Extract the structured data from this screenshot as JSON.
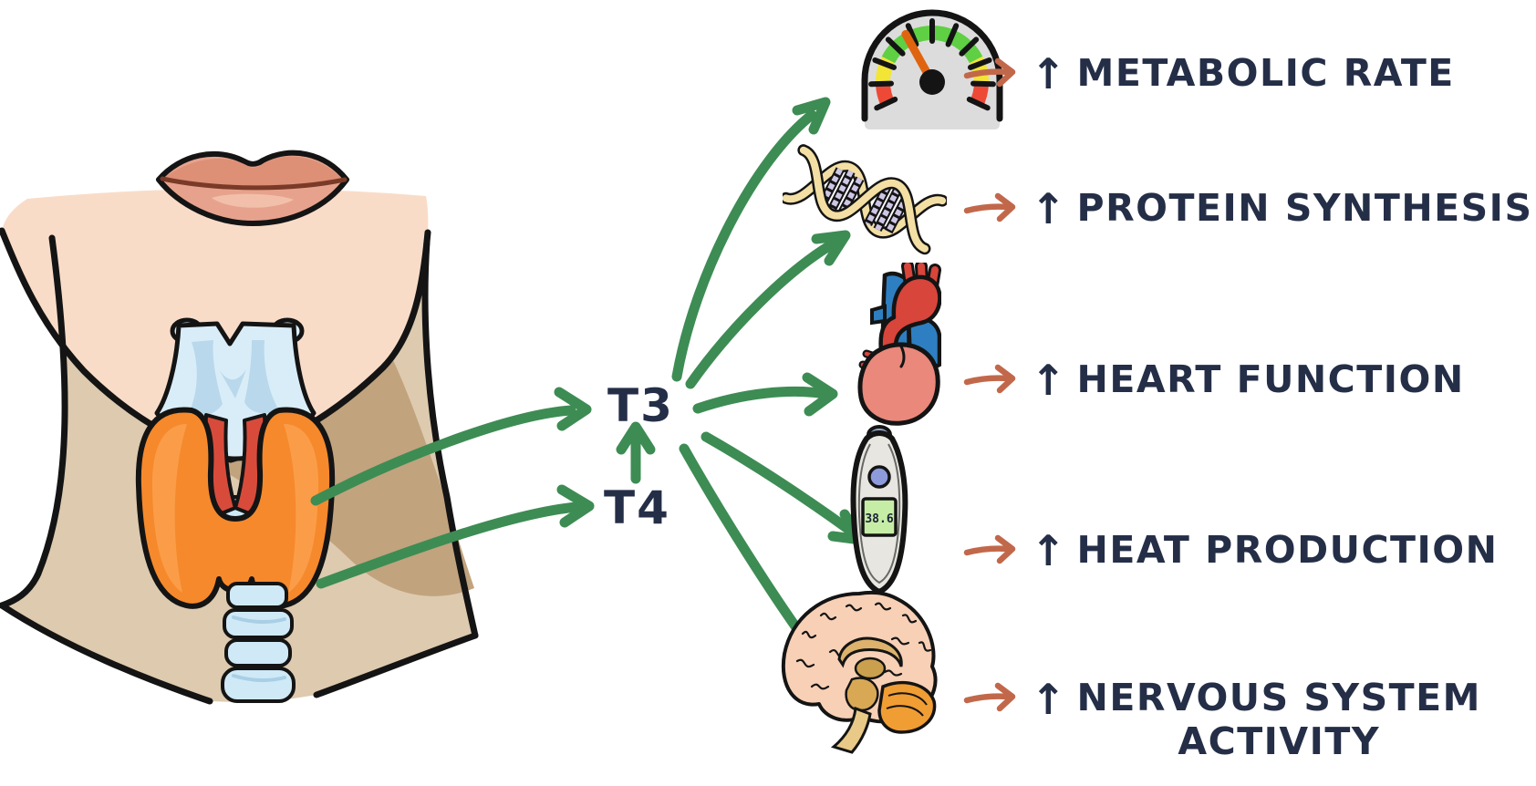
{
  "diagram": {
    "subject": "thyroid hormone effects",
    "hormones": {
      "t3": "T3",
      "t4": "T4"
    },
    "increase_symbol": "↑",
    "thermometer_reading": "38.6",
    "effects": [
      {
        "icon": "speedometer-icon",
        "label": "METABOLIC RATE"
      },
      {
        "icon": "dna-icon",
        "label": "PROTEIN SYNTHESIS"
      },
      {
        "icon": "heart-icon",
        "label": "HEART FUNCTION"
      },
      {
        "icon": "thermometer-icon",
        "label": "HEAT PRODUCTION"
      },
      {
        "icon": "brain-icon",
        "label": "NERVOUS SYSTEM ACTIVITY",
        "label_line1": "NERVOUS SYSTEM",
        "label_line2": "ACTIVITY"
      }
    ],
    "flows": [
      {
        "from": "thyroid-gland",
        "to": "T3"
      },
      {
        "from": "thyroid-gland",
        "to": "T4"
      },
      {
        "from": "T4",
        "to": "T3"
      },
      {
        "from": "T3",
        "to": "METABOLIC RATE"
      },
      {
        "from": "T3",
        "to": "PROTEIN SYNTHESIS"
      },
      {
        "from": "T3",
        "to": "HEART FUNCTION"
      },
      {
        "from": "T3",
        "to": "HEAT PRODUCTION"
      },
      {
        "from": "T3",
        "to": "NERVOUS SYSTEM ACTIVITY"
      }
    ],
    "illustration_parts": [
      "lips",
      "chin",
      "neck",
      "larynx",
      "strap-muscles",
      "thyroid-gland",
      "trachea-rings"
    ],
    "colors": {
      "flow_arrow_green": "#3d8c54",
      "label_navy": "#242e47",
      "pointer_terracotta": "#c2684a",
      "thyroid_orange": "#f6892c",
      "gauge_green": "#5fcf44",
      "gauge_yellow": "#f2e535",
      "gauge_red": "#ee4937",
      "needle_orange": "#e0640f",
      "skin_face": "#f9dcc8",
      "skin_neck": "#ddcaaf",
      "larynx_blue": "#d9edf8"
    }
  }
}
